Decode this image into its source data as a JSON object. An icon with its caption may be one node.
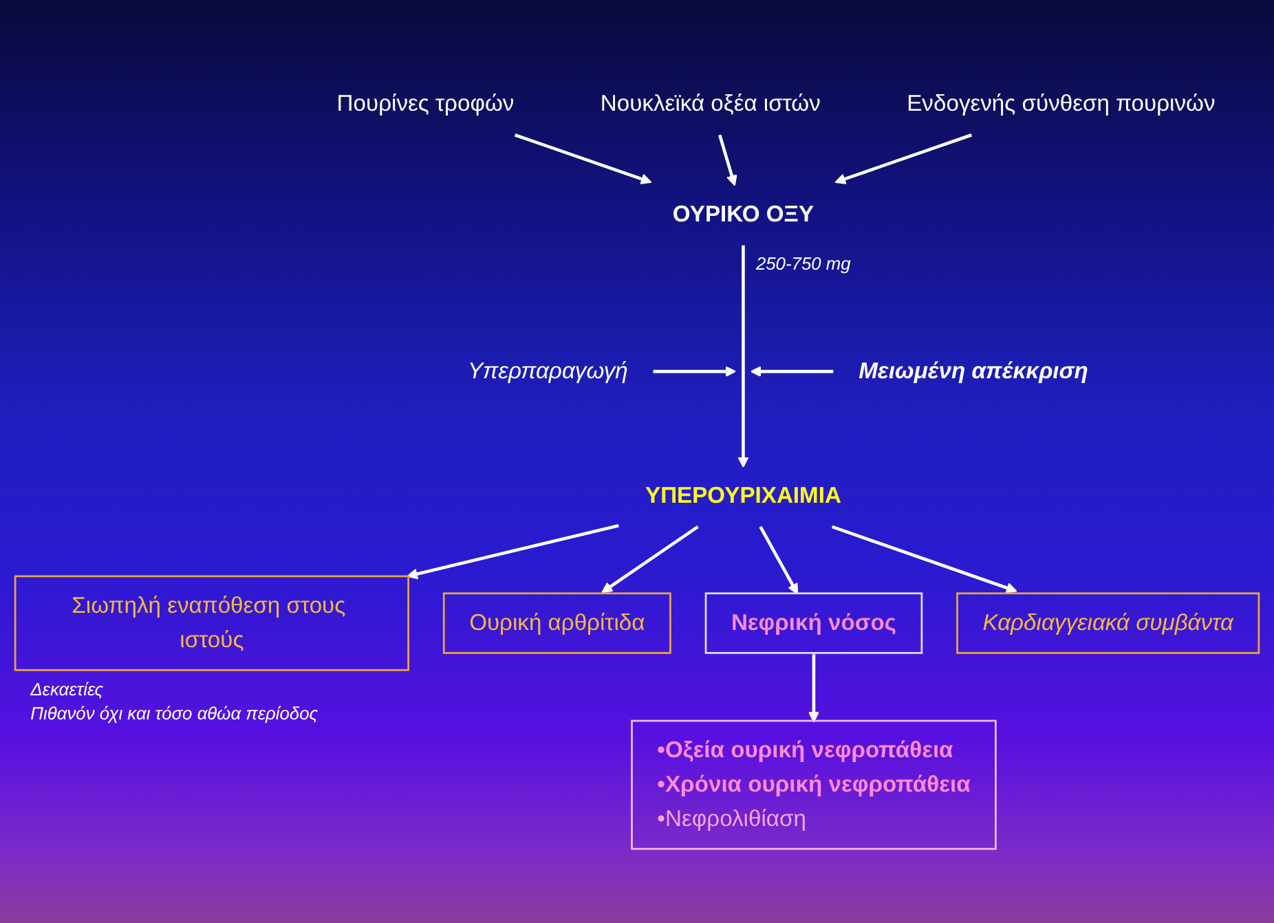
{
  "diagram": {
    "nodes": [
      {
        "text": [
          "Πουρίνες τροφών"
        ]
      },
      {
        "text": [
          "Νουκλεϊκά οξέα ιστών"
        ]
      },
      {
        "text": [
          "Ενδογενής σύνθεση πουρινών"
        ]
      },
      {
        "text": [
          "ΟΥΡΙΚΟ ΟΞΥ"
        ]
      },
      {
        "text": [
          "Υπερπαραγωγή"
        ]
      },
      {
        "text": [
          "Μειωμένη απέκκριση"
        ]
      },
      {
        "text": [
          "ΥΠΕΡΟΥΡΙΧΑΙΜΙΑ"
        ]
      },
      {
        "text": [
          "Σιωπηλή εναπόθεση στους ιστούς"
        ],
        "beside": [
          "Δεκαετίες",
          "Πιθανόν όχι και τόσο αθώα περίοδος"
        ]
      },
      {
        "text": [
          "Ουρική αρθρίτιδα"
        ]
      },
      {
        "text": [
          "Νεφρική νόσος"
        ]
      },
      {
        "text": [
          "Καρδιαγγειακά συμβάντα"
        ]
      },
      {
        "text": [
          "•Οξεία ουρική νεφροπάθεια",
          "•Χρόνια ουρική νεφροπάθεια",
          "•Νεφρολιθίαση"
        ]
      }
    ],
    "edges": [
      {
        "from": 0,
        "to": 3,
        "arrow": "to"
      },
      {
        "from": 1,
        "to": 3,
        "arrow": "to"
      },
      {
        "from": 2,
        "to": 3,
        "arrow": "to"
      },
      {
        "from": 3,
        "to": 6,
        "arrow": "to",
        "label": "250-750 mg"
      },
      {
        "from": 4,
        "to": null,
        "arrow": "to"
      },
      {
        "from": 5,
        "to": null,
        "arrow": "to"
      },
      {
        "from": 6,
        "to": 7,
        "arrow": "to"
      },
      {
        "from": 6,
        "to": 8,
        "arrow": "to"
      },
      {
        "from": 6,
        "to": 9,
        "arrow": "to"
      },
      {
        "from": 6,
        "to": 10,
        "arrow": "to"
      },
      {
        "from": 9,
        "to": 11,
        "arrow": "to"
      }
    ]
  }
}
